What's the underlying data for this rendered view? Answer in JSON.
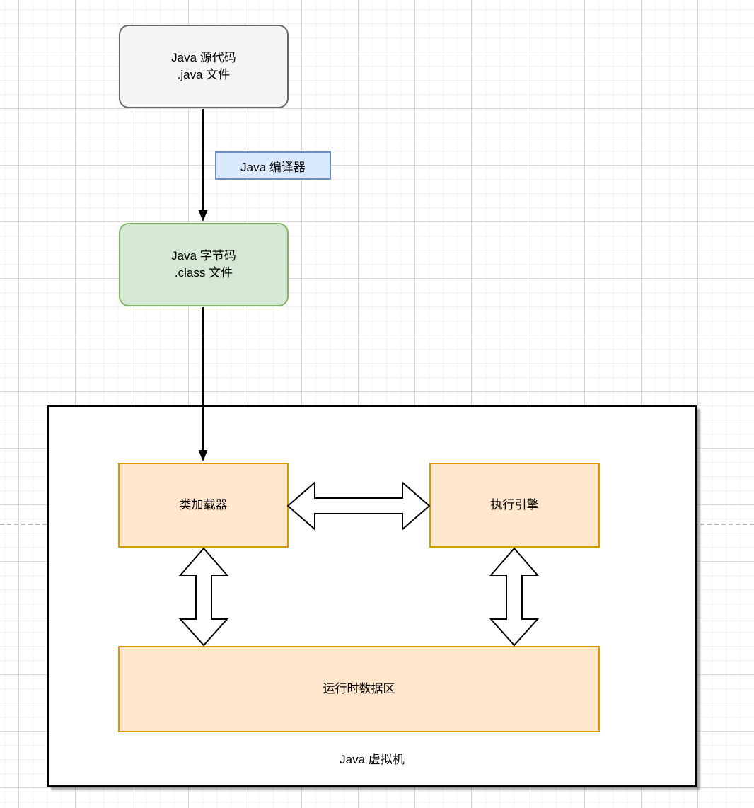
{
  "diagram": {
    "type": "flowchart",
    "title": "Java 虚拟机"
  },
  "nodes": {
    "source": {
      "line1": "Java 源代码",
      "line2": ".java 文件"
    },
    "bytecode": {
      "line1": "Java 字节码",
      "line2": ".class 文件"
    },
    "class_loader": {
      "label": "类加载器"
    },
    "execution_engine": {
      "label": "执行引擎"
    },
    "runtime_data_area": {
      "label": "运行时数据区"
    },
    "jvm": {
      "label": "Java 虚拟机"
    }
  },
  "edges": [
    {
      "from": "source",
      "to": "bytecode",
      "style": "arrow-down",
      "label": "Java 编译器"
    },
    {
      "from": "bytecode",
      "to": "class_loader",
      "style": "arrow-down",
      "label": ""
    },
    {
      "from": "class_loader",
      "to": "execution_engine",
      "style": "double-headed-block-arrow",
      "label": ""
    },
    {
      "from": "class_loader",
      "to": "runtime_data_area",
      "style": "double-headed-block-arrow",
      "label": ""
    },
    {
      "from": "execution_engine",
      "to": "runtime_data_area",
      "style": "double-headed-block-arrow",
      "label": ""
    }
  ],
  "colors": {
    "source_fill": "#f5f5f5",
    "source_stroke": "#666666",
    "bytecode_fill": "#d5e8d4",
    "bytecode_stroke": "#82b366",
    "compiler_label_fill": "#dae8fc",
    "compiler_label_stroke": "#6c8ebf",
    "component_fill": "#ffe6cc",
    "component_stroke": "#d79b00",
    "jvm_fill": "#ffffff",
    "jvm_stroke": "#000000",
    "edge_color": "#000000",
    "page_break_color": "#b9b9b9"
  }
}
